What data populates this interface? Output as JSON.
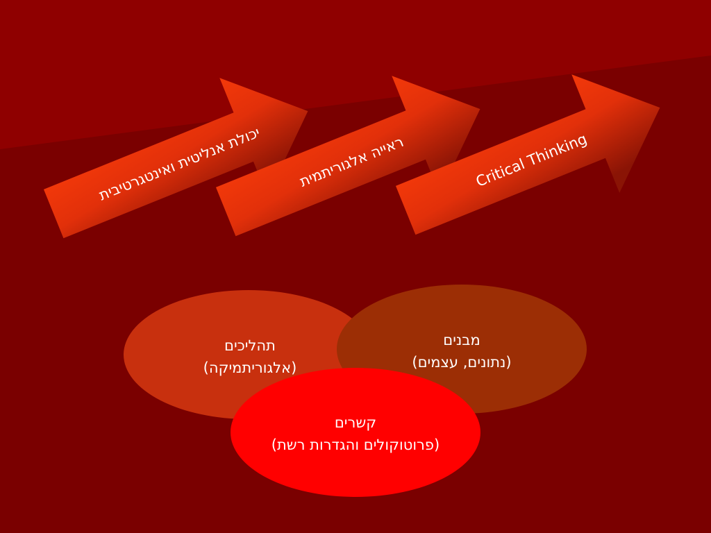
{
  "colors": {
    "background": "#7a0000",
    "background_top_band": "#8f0000",
    "arrow_light": "#ff3f0a",
    "arrow_dark": "#8a1405",
    "processes_fill": "#c8300e",
    "structures_fill": "#9c2e05",
    "connections_fill": "#ff0000",
    "text": "#ffffff"
  },
  "arrows": [
    {
      "label": "יכולת אנליטית ואינטגרטיבית"
    },
    {
      "label": "ראייה אלגוריתמית"
    },
    {
      "label": "Critical Thinking"
    }
  ],
  "circles": {
    "processes": {
      "title": "תהליכים",
      "subtitle": "(אלגוריתמיקה)"
    },
    "structures": {
      "title": "מבנים",
      "subtitle": "(נתונים, עצמים)"
    },
    "connections": {
      "title": "קשרים",
      "subtitle": "(פרוטוקולים והגדרות רשת)"
    }
  }
}
